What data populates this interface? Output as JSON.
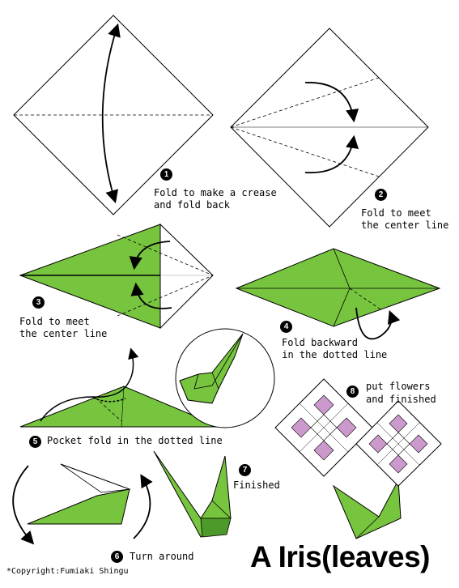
{
  "title": "A Iris(leaves)",
  "copyright": "*Copyright:Fumiaki Shingu",
  "colors": {
    "paper_green": "#77c43e",
    "paper_dark_green": "#4d9a2a",
    "flower_purple": "#cc99cc",
    "line": "#000000"
  },
  "steps": [
    {
      "number": "1",
      "line1": "Fold to make a crease",
      "line2": "and fold back"
    },
    {
      "number": "2",
      "line1": "Fold to meet",
      "line2": "the center line"
    },
    {
      "number": "3",
      "line1": "Fold to meet",
      "line2": "the center line"
    },
    {
      "number": "4",
      "line1": "Fold backward",
      "line2": " in the dotted line"
    },
    {
      "number": "5",
      "line1": "Pocket fold in the dotted line"
    },
    {
      "number": "6",
      "line1": "Turn around"
    },
    {
      "number": "7",
      "line1": "Finished"
    },
    {
      "number": "8",
      "line1": "put flowers",
      "line2": "and finished"
    }
  ]
}
